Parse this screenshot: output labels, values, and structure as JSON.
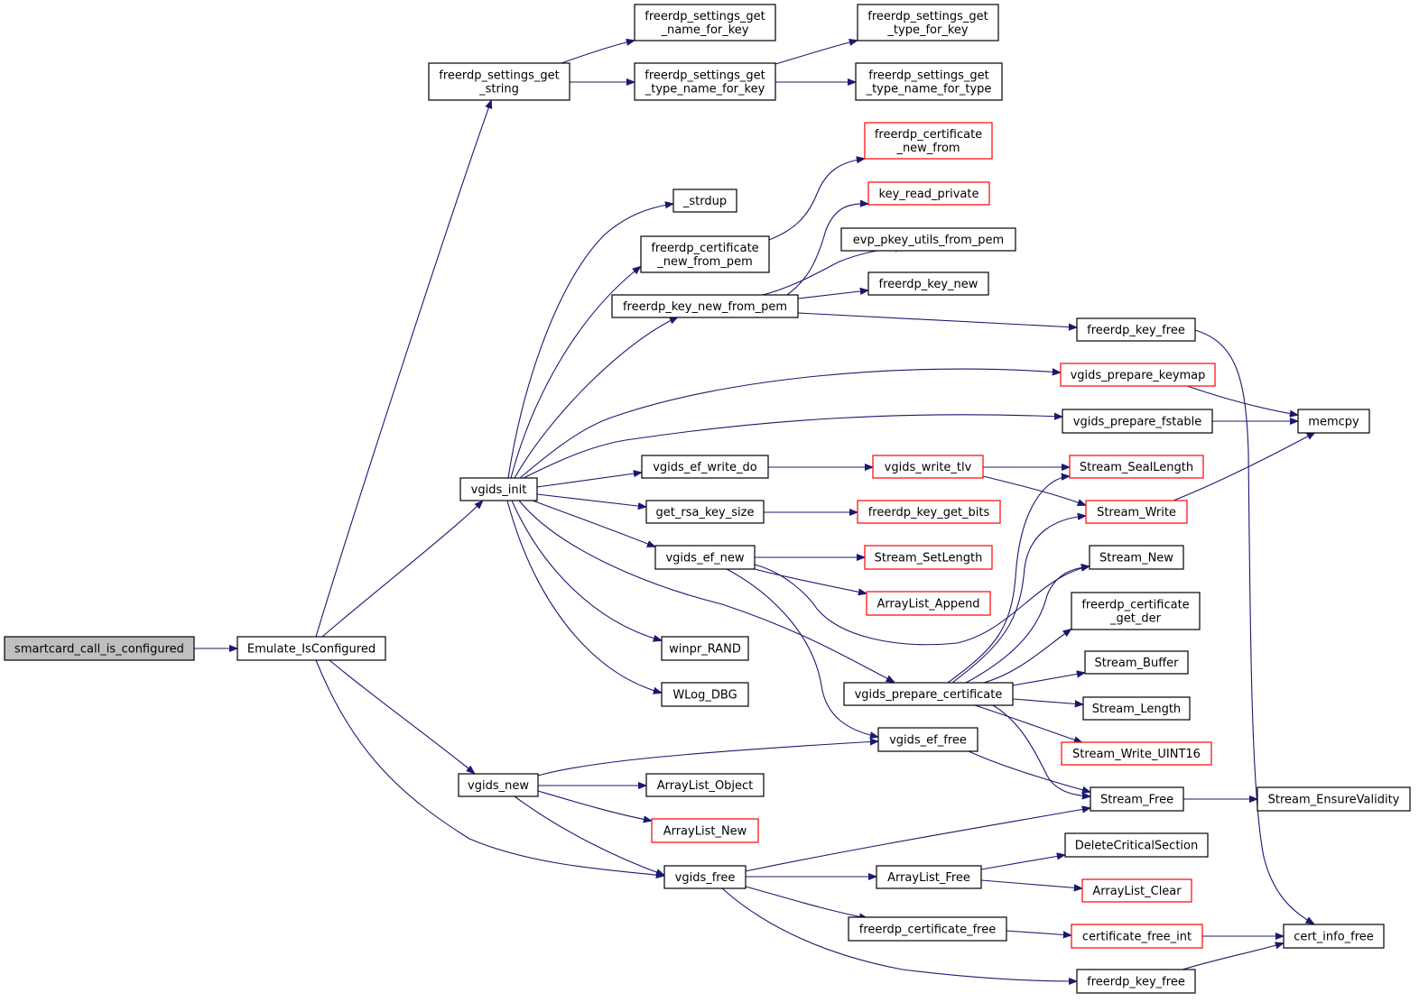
{
  "colors": {
    "edge": "#191970",
    "border_default": "#000000",
    "border_truncated": "#ff0000",
    "root_fill": "#bfbfbf",
    "node_fill": "#ffffff"
  },
  "nodes": {
    "smartcard_call_is_configured": {
      "lines": [
        "smartcard_call_is_configured"
      ],
      "style": "root"
    },
    "Emulate_IsConfigured": {
      "lines": [
        "Emulate_IsConfigured"
      ],
      "style": "normal"
    },
    "freerdp_settings_get_string": {
      "lines": [
        "freerdp_settings_get",
        "_string"
      ],
      "style": "normal"
    },
    "vgids_init": {
      "lines": [
        "vgids_init"
      ],
      "style": "normal"
    },
    "vgids_new": {
      "lines": [
        "vgids_new"
      ],
      "style": "normal"
    },
    "vgids_free": {
      "lines": [
        "vgids_free"
      ],
      "style": "normal"
    },
    "freerdp_settings_get_name_for_key": {
      "lines": [
        "freerdp_settings_get",
        "_name_for_key"
      ],
      "style": "normal"
    },
    "freerdp_settings_get_type_name_for_key": {
      "lines": [
        "freerdp_settings_get",
        "_type_name_for_key"
      ],
      "style": "normal"
    },
    "freerdp_settings_get_type_for_key": {
      "lines": [
        "freerdp_settings_get",
        "_type_for_key"
      ],
      "style": "normal"
    },
    "freerdp_settings_get_type_name_for_type": {
      "lines": [
        "freerdp_settings_get",
        "_type_name_for_type"
      ],
      "style": "normal"
    },
    "freerdp_certificate_new_from": {
      "lines": [
        "freerdp_certificate",
        "_new_from"
      ],
      "style": "truncated"
    },
    "_strdup": {
      "lines": [
        "_strdup"
      ],
      "style": "normal"
    },
    "freerdp_certificate_new_from_pem": {
      "lines": [
        "freerdp_certificate",
        "_new_from_pem"
      ],
      "style": "normal"
    },
    "key_read_private": {
      "lines": [
        "key_read_private"
      ],
      "style": "truncated"
    },
    "evp_pkey_utils_from_pem": {
      "lines": [
        "evp_pkey_utils_from_pem"
      ],
      "style": "normal"
    },
    "freerdp_key_new": {
      "lines": [
        "freerdp_key_new"
      ],
      "style": "normal"
    },
    "freerdp_key_new_from_pem": {
      "lines": [
        "freerdp_key_new_from_pem"
      ],
      "style": "normal"
    },
    "freerdp_key_free_top": {
      "lines": [
        "freerdp_key_free"
      ],
      "style": "normal"
    },
    "vgids_prepare_keymap": {
      "lines": [
        "vgids_prepare_keymap"
      ],
      "style": "truncated"
    },
    "vgids_prepare_fstable": {
      "lines": [
        "vgids_prepare_fstable"
      ],
      "style": "normal"
    },
    "memcpy": {
      "lines": [
        "memcpy"
      ],
      "style": "normal"
    },
    "vgids_ef_write_do": {
      "lines": [
        "vgids_ef_write_do"
      ],
      "style": "normal"
    },
    "vgids_write_tlv": {
      "lines": [
        "vgids_write_tlv"
      ],
      "style": "truncated"
    },
    "Stream_SealLength": {
      "lines": [
        "Stream_SealLength"
      ],
      "style": "truncated"
    },
    "get_rsa_key_size": {
      "lines": [
        "get_rsa_key_size"
      ],
      "style": "normal"
    },
    "freerdp_key_get_bits": {
      "lines": [
        "freerdp_key_get_bits"
      ],
      "style": "truncated"
    },
    "Stream_Write": {
      "lines": [
        "Stream_Write"
      ],
      "style": "truncated"
    },
    "vgids_ef_new": {
      "lines": [
        "vgids_ef_new"
      ],
      "style": "normal"
    },
    "Stream_SetLength": {
      "lines": [
        "Stream_SetLength"
      ],
      "style": "truncated"
    },
    "Stream_New": {
      "lines": [
        "Stream_New"
      ],
      "style": "normal"
    },
    "ArrayList_Append": {
      "lines": [
        "ArrayList_Append"
      ],
      "style": "truncated"
    },
    "freerdp_certificate_get_der": {
      "lines": [
        "freerdp_certificate",
        "_get_der"
      ],
      "style": "normal"
    },
    "winpr_RAND": {
      "lines": [
        "winpr_RAND"
      ],
      "style": "normal"
    },
    "Stream_Buffer": {
      "lines": [
        "Stream_Buffer"
      ],
      "style": "normal"
    },
    "WLog_DBG": {
      "lines": [
        "WLog_DBG"
      ],
      "style": "normal"
    },
    "vgids_prepare_certificate": {
      "lines": [
        "vgids_prepare_certificate"
      ],
      "style": "normal"
    },
    "Stream_Length": {
      "lines": [
        "Stream_Length"
      ],
      "style": "normal"
    },
    "vgids_ef_free": {
      "lines": [
        "vgids_ef_free"
      ],
      "style": "normal"
    },
    "Stream_Write_UINT16": {
      "lines": [
        "Stream_Write_UINT16"
      ],
      "style": "truncated"
    },
    "ArrayList_Object": {
      "lines": [
        "ArrayList_Object"
      ],
      "style": "normal"
    },
    "Stream_Free": {
      "lines": [
        "Stream_Free"
      ],
      "style": "normal"
    },
    "Stream_EnsureValidity": {
      "lines": [
        "Stream_EnsureValidity"
      ],
      "style": "normal"
    },
    "ArrayList_New": {
      "lines": [
        "ArrayList_New"
      ],
      "style": "truncated"
    },
    "DeleteCriticalSection": {
      "lines": [
        "DeleteCriticalSection"
      ],
      "style": "normal"
    },
    "ArrayList_Free": {
      "lines": [
        "ArrayList_Free"
      ],
      "style": "normal"
    },
    "ArrayList_Clear": {
      "lines": [
        "ArrayList_Clear"
      ],
      "style": "truncated"
    },
    "freerdp_certificate_free": {
      "lines": [
        "freerdp_certificate_free"
      ],
      "style": "normal"
    },
    "certificate_free_int": {
      "lines": [
        "certificate_free_int"
      ],
      "style": "truncated"
    },
    "cert_info_free": {
      "lines": [
        "cert_info_free"
      ],
      "style": "normal"
    },
    "freerdp_key_free_bottom": {
      "lines": [
        "freerdp_key_free"
      ],
      "style": "normal"
    }
  },
  "edges": [
    [
      "smartcard_call_is_configured",
      "Emulate_IsConfigured"
    ],
    [
      "Emulate_IsConfigured",
      "freerdp_settings_get_string"
    ],
    [
      "Emulate_IsConfigured",
      "vgids_init"
    ],
    [
      "Emulate_IsConfigured",
      "vgids_new"
    ],
    [
      "Emulate_IsConfigured",
      "vgids_free"
    ],
    [
      "freerdp_settings_get_string",
      "freerdp_settings_get_name_for_key"
    ],
    [
      "freerdp_settings_get_string",
      "freerdp_settings_get_type_name_for_key"
    ],
    [
      "freerdp_settings_get_type_name_for_key",
      "freerdp_settings_get_type_for_key"
    ],
    [
      "freerdp_settings_get_type_name_for_key",
      "freerdp_settings_get_type_name_for_type"
    ],
    [
      "vgids_init",
      "_strdup"
    ],
    [
      "vgids_init",
      "freerdp_certificate_new_from_pem"
    ],
    [
      "vgids_init",
      "freerdp_key_new_from_pem"
    ],
    [
      "vgids_init",
      "vgids_prepare_keymap"
    ],
    [
      "vgids_init",
      "vgids_prepare_fstable"
    ],
    [
      "vgids_init",
      "vgids_ef_write_do"
    ],
    [
      "vgids_init",
      "get_rsa_key_size"
    ],
    [
      "vgids_init",
      "vgids_ef_new"
    ],
    [
      "vgids_init",
      "vgids_prepare_certificate"
    ],
    [
      "vgids_init",
      "winpr_RAND"
    ],
    [
      "vgids_init",
      "WLog_DBG"
    ],
    [
      "freerdp_certificate_new_from_pem",
      "freerdp_certificate_new_from"
    ],
    [
      "freerdp_key_new_from_pem",
      "key_read_private"
    ],
    [
      "freerdp_key_new_from_pem",
      "evp_pkey_utils_from_pem"
    ],
    [
      "freerdp_key_new_from_pem",
      "freerdp_key_new"
    ],
    [
      "freerdp_key_new_from_pem",
      "freerdp_key_free_top"
    ],
    [
      "freerdp_key_free_top",
      "cert_info_free"
    ],
    [
      "vgids_prepare_keymap",
      "memcpy"
    ],
    [
      "vgids_prepare_fstable",
      "memcpy"
    ],
    [
      "vgids_ef_write_do",
      "vgids_write_tlv"
    ],
    [
      "vgids_write_tlv",
      "Stream_SealLength"
    ],
    [
      "vgids_write_tlv",
      "Stream_Write"
    ],
    [
      "Stream_Write",
      "memcpy"
    ],
    [
      "get_rsa_key_size",
      "freerdp_key_get_bits"
    ],
    [
      "vgids_ef_new",
      "Stream_SetLength"
    ],
    [
      "vgids_ef_new",
      "ArrayList_Append"
    ],
    [
      "vgids_ef_new",
      "Stream_New"
    ],
    [
      "vgids_ef_new",
      "vgids_ef_free"
    ],
    [
      "vgids_prepare_certificate",
      "Stream_SealLength"
    ],
    [
      "vgids_prepare_certificate",
      "Stream_Write"
    ],
    [
      "vgids_prepare_certificate",
      "Stream_New"
    ],
    [
      "vgids_prepare_certificate",
      "freerdp_certificate_get_der"
    ],
    [
      "vgids_prepare_certificate",
      "Stream_Buffer"
    ],
    [
      "vgids_prepare_certificate",
      "Stream_Length"
    ],
    [
      "vgids_prepare_certificate",
      "Stream_Write_UINT16"
    ],
    [
      "vgids_prepare_certificate",
      "Stream_Free"
    ],
    [
      "vgids_ef_free",
      "Stream_Free"
    ],
    [
      "vgids_new",
      "vgids_ef_free"
    ],
    [
      "vgids_new",
      "ArrayList_Object"
    ],
    [
      "vgids_new",
      "ArrayList_New"
    ],
    [
      "vgids_new",
      "vgids_free"
    ],
    [
      "vgids_free",
      "Stream_Free"
    ],
    [
      "vgids_free",
      "ArrayList_Free"
    ],
    [
      "vgids_free",
      "freerdp_certificate_free"
    ],
    [
      "vgids_free",
      "freerdp_key_free_bottom"
    ],
    [
      "Stream_Free",
      "Stream_EnsureValidity"
    ],
    [
      "ArrayList_Free",
      "DeleteCriticalSection"
    ],
    [
      "ArrayList_Free",
      "ArrayList_Clear"
    ],
    [
      "freerdp_certificate_free",
      "certificate_free_int"
    ],
    [
      "certificate_free_int",
      "cert_info_free"
    ],
    [
      "freerdp_key_free_bottom",
      "cert_info_free"
    ]
  ]
}
